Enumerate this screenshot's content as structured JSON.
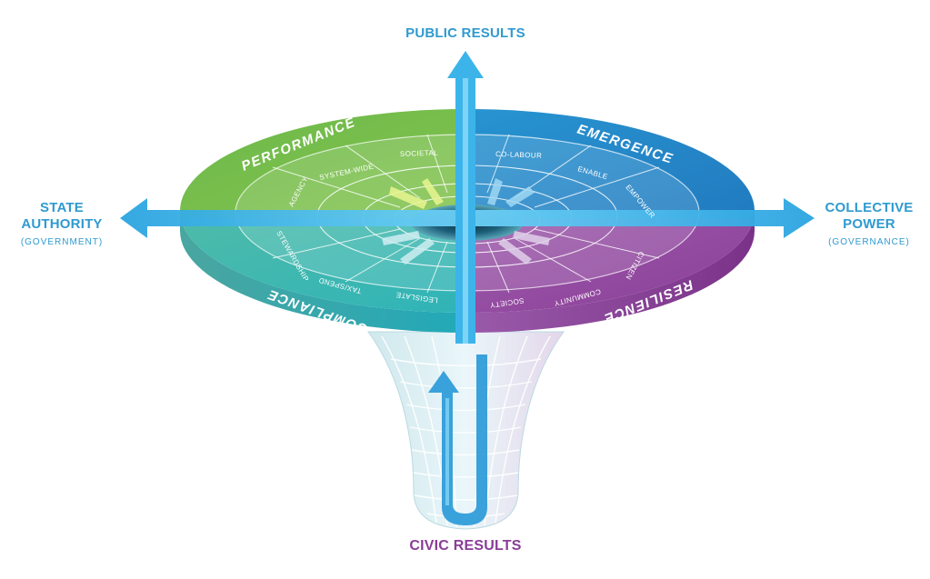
{
  "axes": {
    "top": "PUBLIC RESULTS",
    "bottom": "CIVIC RESULTS",
    "left_title_1": "STATE",
    "left_title_2": "AUTHORITY",
    "left_sub": "(GOVERNMENT)",
    "right_title_1": "COLLECTIVE",
    "right_title_2": "POWER",
    "right_sub": "(GOVERNANCE)"
  },
  "quadrants": {
    "top_left": "PERFORMANCE",
    "top_right": "EMERGENCE",
    "bottom_left": "COMPLIANCE",
    "bottom_right": "RESILIENCE"
  },
  "segments": {
    "agency": "AGENCY",
    "system_wide": "SYSTEM-WIDE",
    "societal": "SOCIETAL",
    "co_labour": "CO-LABOUR",
    "enable": "ENABLE",
    "empower": "EMPOWER",
    "stewardship": "STEWARDSHIP",
    "tax_spend": "TAX/SPEND",
    "legislate": "LEGISLATE",
    "society": "SOCIETY",
    "community": "COMMUNITY",
    "citizen": "CITIZEN"
  },
  "colors": {
    "performance": "#7cc04a",
    "emergence": "#2a8ccc",
    "compliance": "#2fb5b0",
    "resilience": "#9a4fa6",
    "arrow": "#3cb4ea",
    "label_blue": "#2f9ad0",
    "label_purple": "#8a3d97"
  }
}
